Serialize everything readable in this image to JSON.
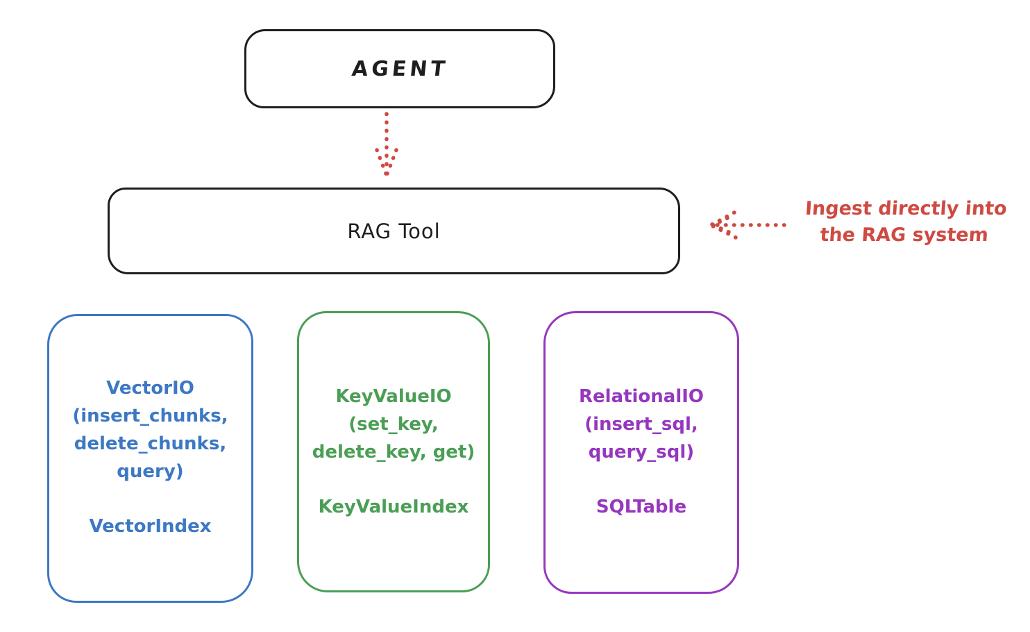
{
  "diagram": {
    "background": "#ffffff",
    "stroke_color": "#1e1e1e"
  },
  "agent_box": {
    "label": "AGENT"
  },
  "rag_box": {
    "label": "RAG Tool"
  },
  "agent_to_rag_arrow": {
    "color": "#d04a42"
  },
  "ingest_annotation": {
    "color": "#cf4a42",
    "text_line1": "Ingest directly into",
    "text_line2": "the RAG system"
  },
  "backend_cards": {
    "vector": {
      "color": "#3c78c3",
      "line1": "VectorIO",
      "line2": "(insert_chunks,",
      "line3": "delete_chunks,",
      "line4": "query)",
      "index_label": "VectorIndex"
    },
    "keyvalue": {
      "color": "#4b9e55",
      "line1": "KeyValueIO",
      "line2": "(set_key,",
      "line3": "delete_key, get)",
      "index_label": "KeyValueIndex"
    },
    "relational": {
      "color": "#9637be",
      "line1": "RelationalIO",
      "line2": "(insert_sql,",
      "line3": "query_sql)",
      "index_label": "SQLTable"
    }
  }
}
